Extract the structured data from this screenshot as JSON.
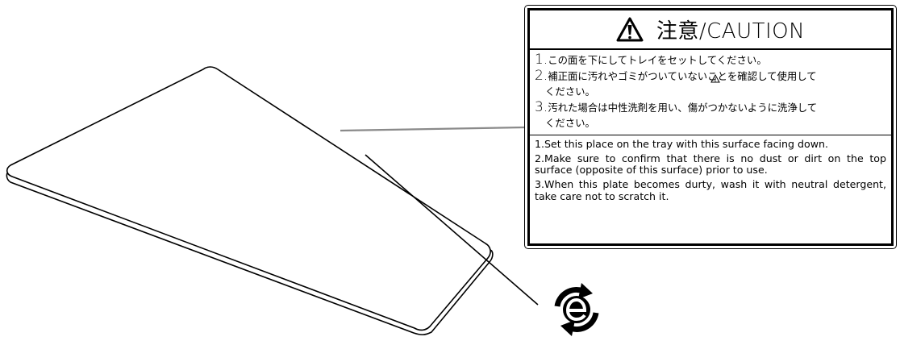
{
  "caution": {
    "title": "注意/CAUTION",
    "japanese": [
      {
        "num": "1.",
        "lines": [
          "この面を下にしてトレイをセットしてください。"
        ]
      },
      {
        "num": "2.",
        "lines": [
          "補正面に汚れやゴミがついていないことを確認して使用して",
          "ください。"
        ]
      },
      {
        "num": "3.",
        "lines": [
          "汚れた場合は中性洗剤を用い、傷がつかないように洗浄して",
          "ください。"
        ]
      }
    ],
    "english": [
      "1.Set this place on the tray with this surface facing down.",
      "2.Make sure to confirm that there is no dust or dirt on the top surface (opposite of this surface) prior to use.",
      "3.When this plate becomes durty, wash it with neutral detergent, take care not to scratch it."
    ]
  },
  "symbols": {
    "warning": "warning-triangle-icon",
    "recycle": "eco-recycling-e-icon"
  },
  "colors": {
    "ink": "#000000",
    "paper": "#ffffff",
    "leader_line": "#8a8a8a"
  }
}
